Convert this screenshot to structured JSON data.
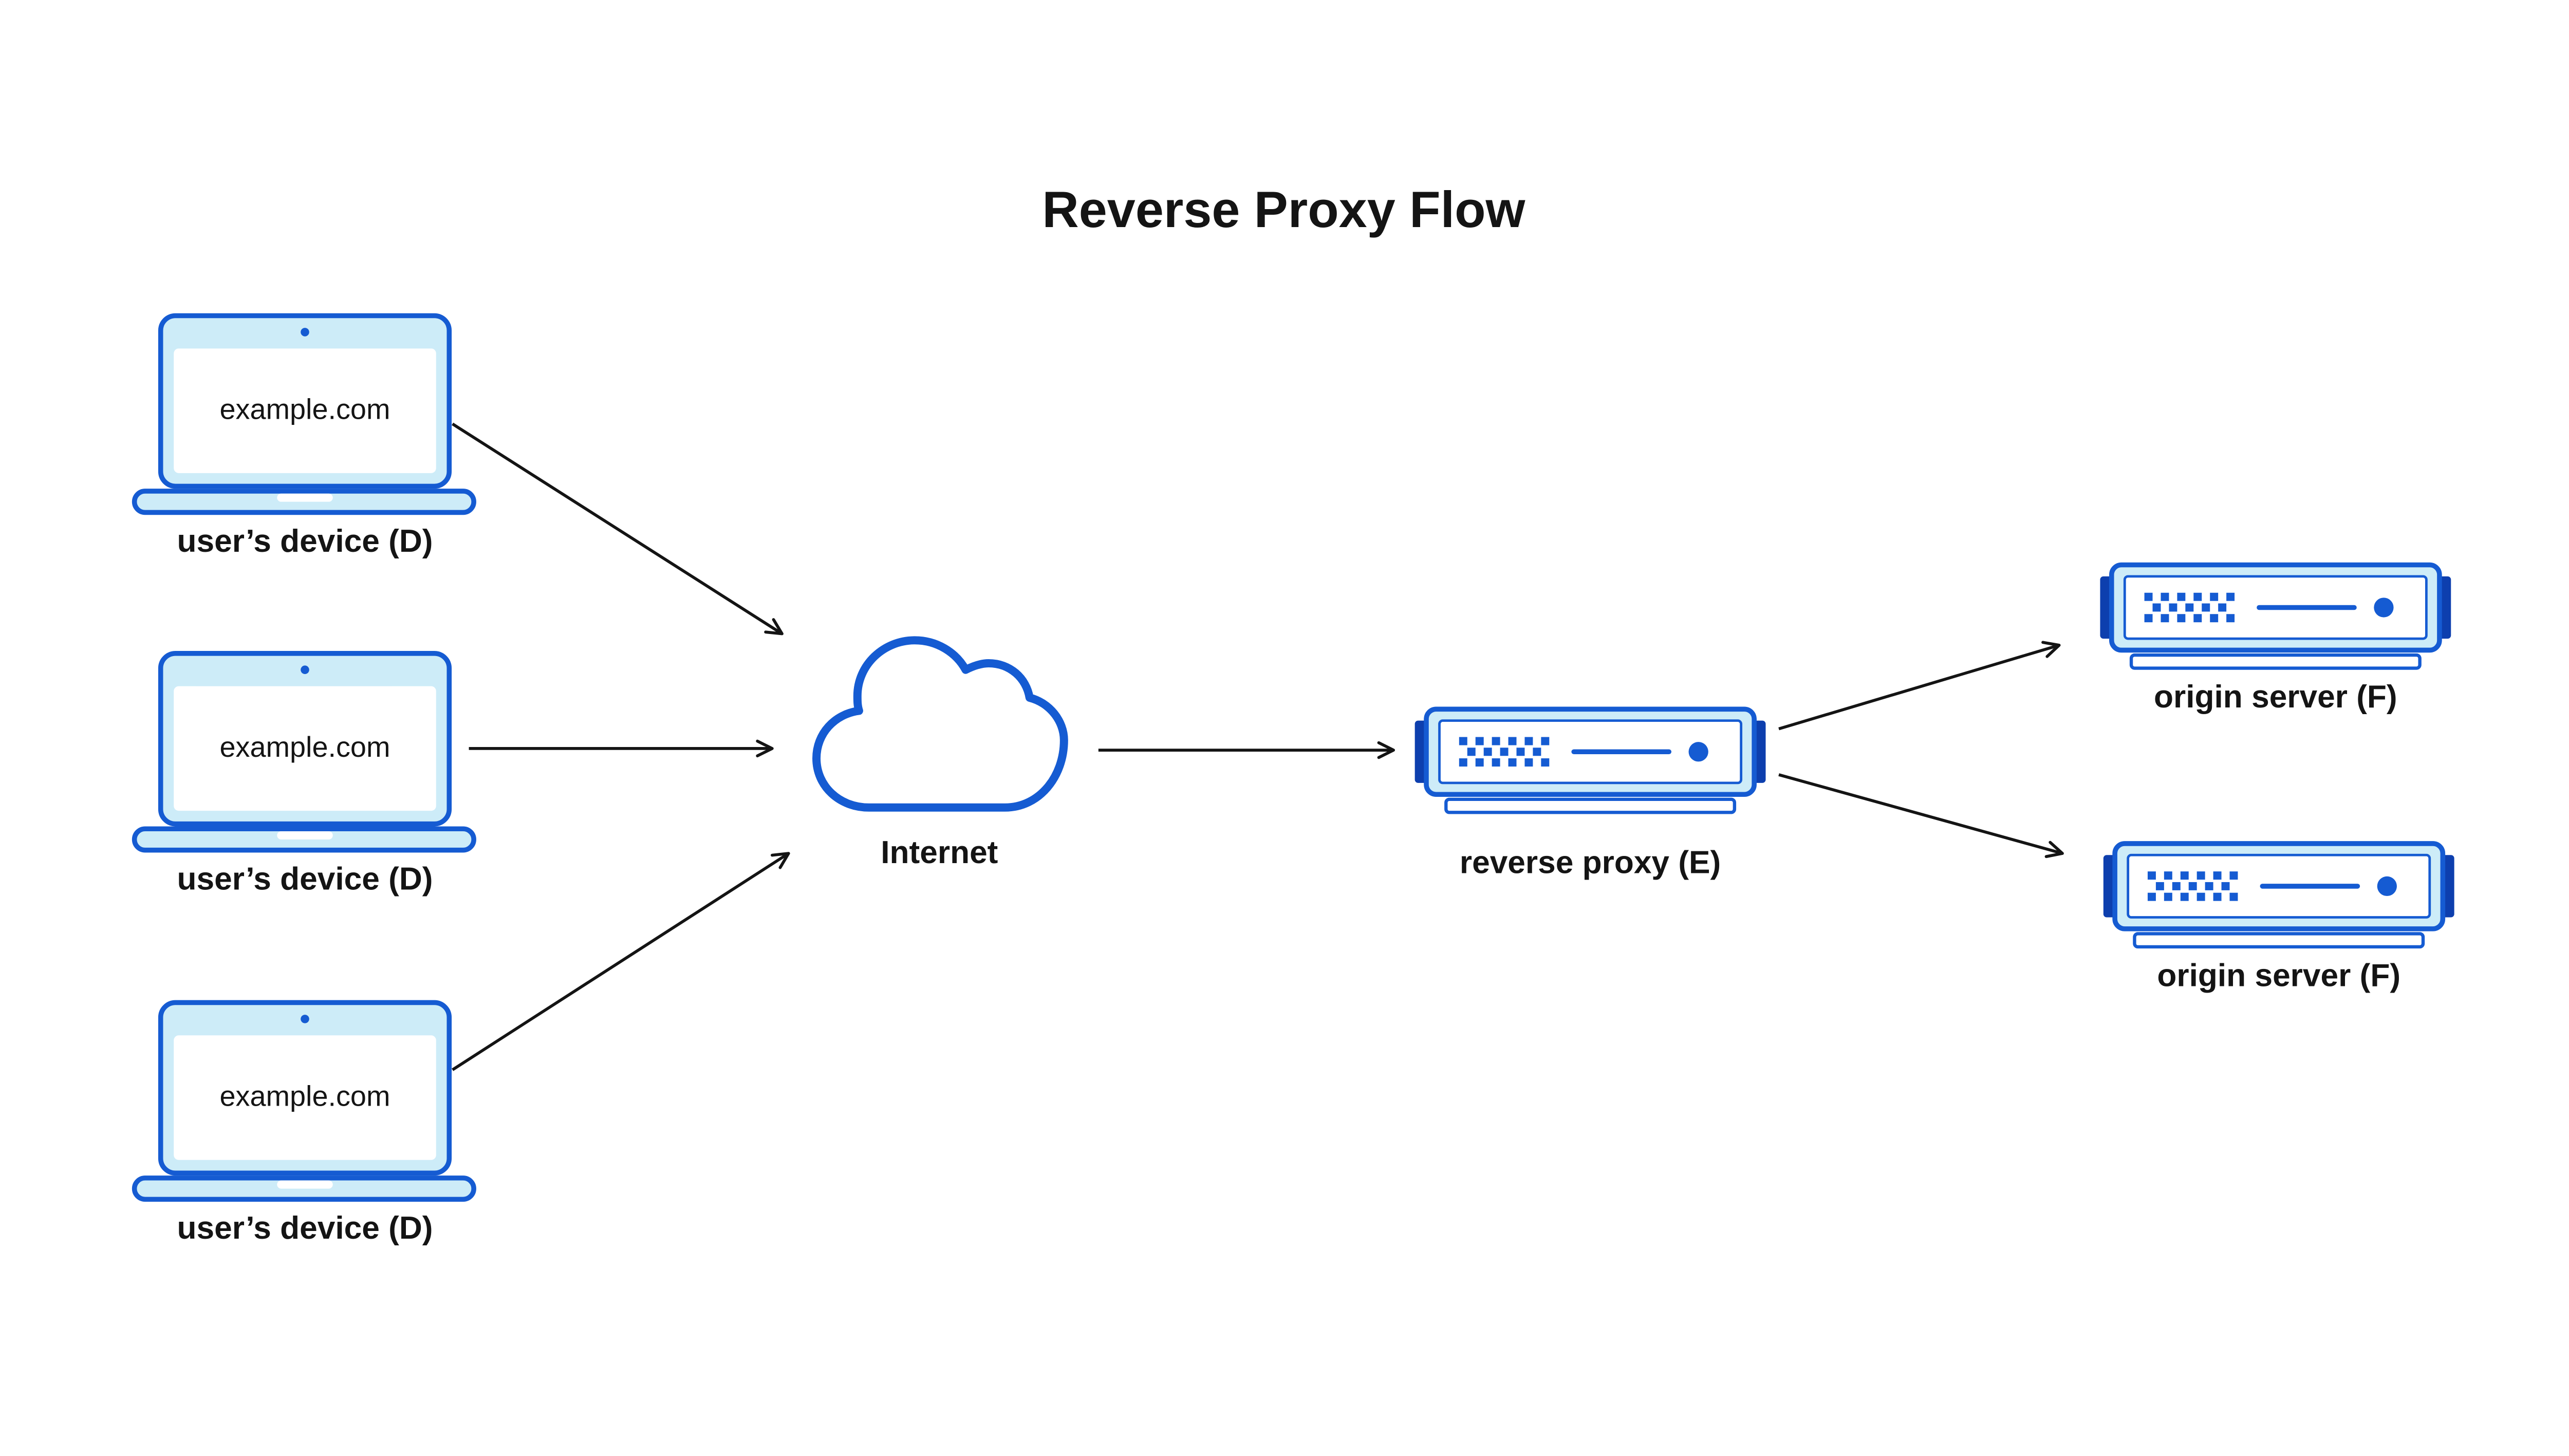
{
  "title": "Reverse Proxy Flow",
  "devices": [
    {
      "screen_text": "example.com",
      "label": "user’s device (D)"
    },
    {
      "screen_text": "example.com",
      "label": "user’s device (D)"
    },
    {
      "screen_text": "example.com",
      "label": "user’s device (D)"
    }
  ],
  "internet_label": "Internet",
  "reverse_proxy_label": "reverse proxy (E)",
  "origin_servers": [
    {
      "label": "origin server (F)"
    },
    {
      "label": "origin server (F)"
    }
  ],
  "connections": [
    {
      "from": "user’s device (D) 1",
      "to": "Internet"
    },
    {
      "from": "user’s device (D) 2",
      "to": "Internet"
    },
    {
      "from": "user’s device (D) 3",
      "to": "Internet"
    },
    {
      "from": "Internet",
      "to": "reverse proxy (E)"
    },
    {
      "from": "reverse proxy (E)",
      "to": "origin server (F) 1"
    },
    {
      "from": "reverse proxy (E)",
      "to": "origin server (F) 2"
    }
  ],
  "colors": {
    "blue": "#155bd2",
    "blue_dark": "#0d3fae",
    "blue_light": "#cdecf8",
    "ink": "#141414"
  }
}
